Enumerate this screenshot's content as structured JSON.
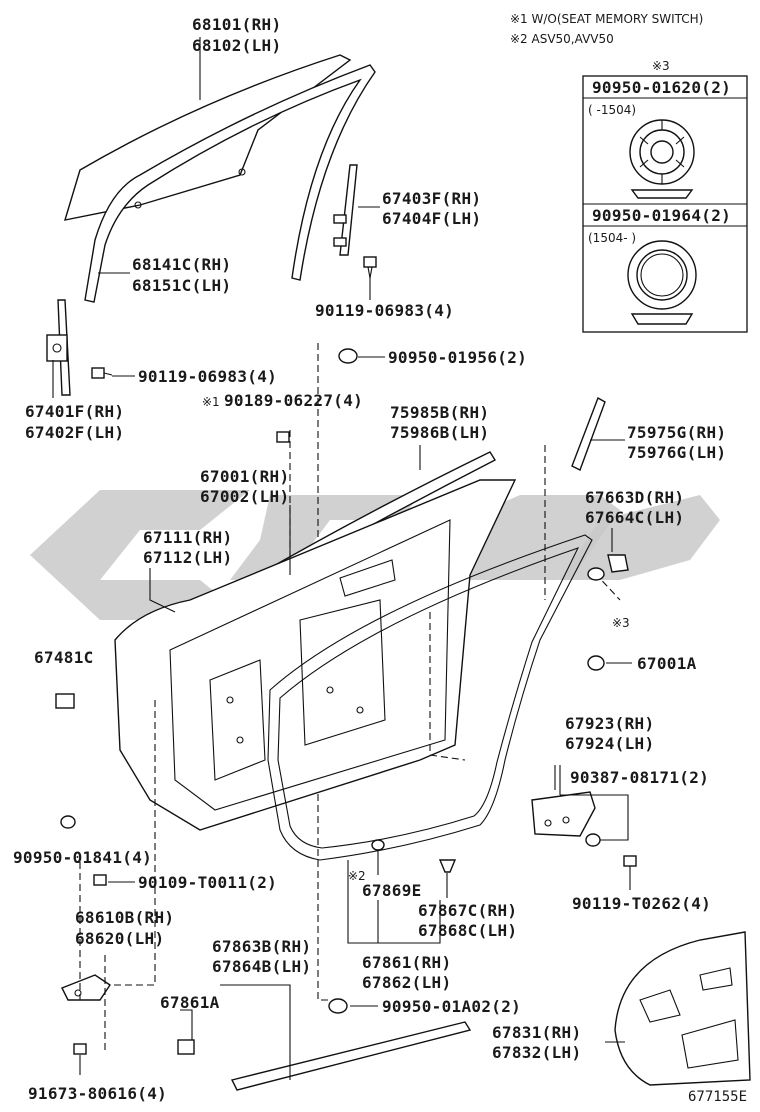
{
  "notes": {
    "note1": "※1 W/O(SEAT MEMORY SWITCH)",
    "note2": "※2 ASV50,AVV50"
  },
  "inset": {
    "marker": "※3",
    "top_part": "90950-01620(2)",
    "top_range": "(    -1504)",
    "bottom_part": "90950-01964(2)",
    "bottom_range": "(1504-     )"
  },
  "labels": {
    "p68101": "68101(RH)",
    "p68102": "68102(LH)",
    "p67403f": "67403F(RH)",
    "p67404f": "67404F(LH)",
    "p68141c": "68141C(RH)",
    "p68151c": "68151C(LH)",
    "p90119a": "90119-06983(4)",
    "p90950_01956": "90950-01956(2)",
    "p90119b": "90119-06983(4)",
    "p67401f": "67401F(RH)",
    "p67402f": "67402F(LH)",
    "p90189_mark": "※1",
    "p90189": "90189-06227(4)",
    "p75985b": "75985B(RH)",
    "p75986b": "75986B(LH)",
    "p75975g": "75975G(RH)",
    "p75976g": "75976G(LH)",
    "p67001": "67001(RH)",
    "p67002": "67002(LH)",
    "p67663d": "67663D(RH)",
    "p67664c": "67664C(LH)",
    "p67111": "67111(RH)",
    "p67112": "67112(LH)",
    "p_mark3": "※3",
    "p67481c": "67481C",
    "p67001a": "67001A",
    "p67923": "67923(RH)",
    "p67924": "67924(LH)",
    "p90387": "90387-08171(2)",
    "p90950_01841": "90950-01841(4)",
    "p_mark2": "※2",
    "p67869e": "67869E",
    "p90109": "90109-T0011(2)",
    "p67867c": "67867C(RH)",
    "p67868c": "67868C(LH)",
    "p90119_t0262": "90119-T0262(4)",
    "p68610b": "68610B(RH)",
    "p68620": "68620(LH)",
    "p67863b": "67863B(RH)",
    "p67864b": "67864B(LH)",
    "p67861": "67861(RH)",
    "p67862": "67862(LH)",
    "p67861a": "67861A",
    "p90950_01a02": "90950-01A02(2)",
    "p67831": "67831(RH)",
    "p67832": "67832(LH)",
    "p91673": "91673-80616(4)"
  },
  "figure_ref": "677155E",
  "colors": {
    "ink": "#111111",
    "watermark": "#c9c9c9",
    "background": "#ffffff"
  }
}
